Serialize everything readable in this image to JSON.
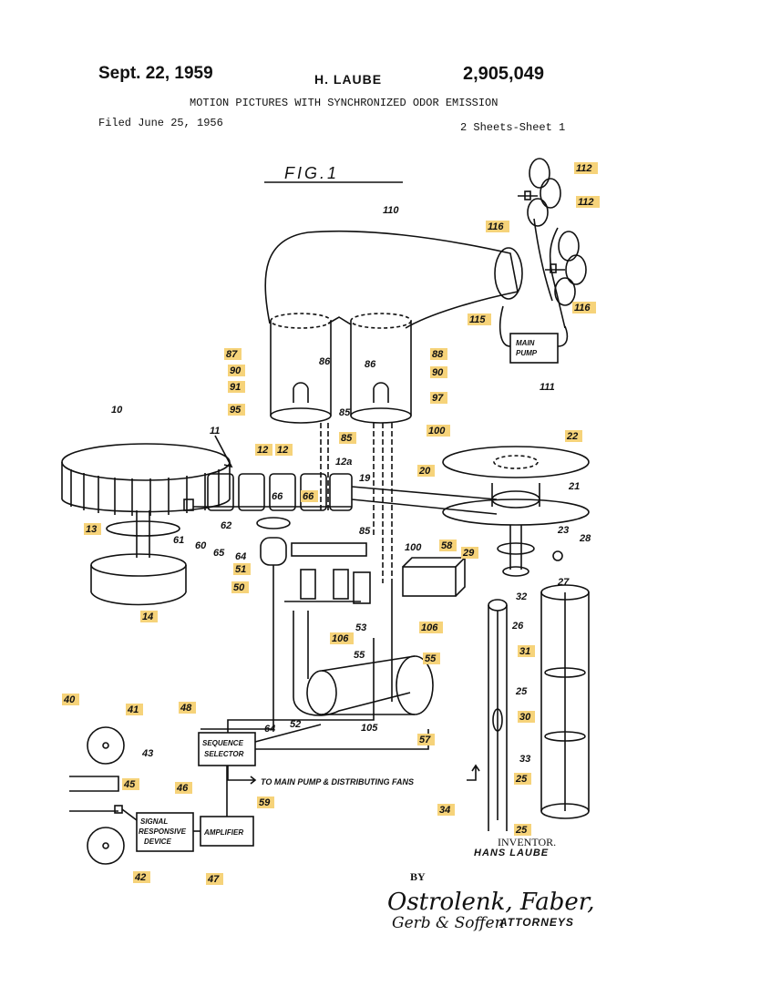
{
  "header": {
    "date": "Sept. 22, 1959",
    "inventor": "H. LAUBE",
    "patent_number": "2,905,049",
    "title": "MOTION PICTURES WITH SYNCHRONIZED ODOR EMISSION",
    "filed": "Filed June 25, 1956",
    "sheets": "2 Sheets-Sheet 1"
  },
  "figure": {
    "label": "FIG.1",
    "boxes": {
      "main_pump": "MAIN PUMP",
      "sequence_selector": "SEQUENCE SELECTOR",
      "signal_device": "SIGNAL RESPONSIVE DEVICE",
      "amplifier": "AMPLIFIER"
    },
    "note": "TO MAIN PUMP & DISTRIBUTING FANS",
    "labels": {
      "l110": "110",
      "l112a": "112",
      "l112b": "112",
      "l116a": "116",
      "l116b": "116",
      "l115": "115",
      "l111": "111",
      "l87": "87",
      "l86a": "86",
      "l86b": "86",
      "l88": "88",
      "l90a": "90",
      "l90b": "90",
      "l91": "91",
      "l95": "95",
      "l97": "97",
      "l85a": "85",
      "l85b": "85",
      "l100a": "100",
      "l10": "10",
      "l11": "11",
      "l12a": "12",
      "l12b": "12",
      "l12c": "12a",
      "l19": "19",
      "l20": "20",
      "l22": "22",
      "l21": "21",
      "l66a": "66",
      "l66b": "66",
      "l61": "61",
      "l60": "60",
      "l62": "62",
      "l65": "65",
      "l64": "64",
      "l51": "51",
      "l50": "50",
      "l85c": "85",
      "l13": "13",
      "l14": "14",
      "l23": "23",
      "l28": "28",
      "l29": "29",
      "l27": "27",
      "l32": "32",
      "l100b": "100",
      "l58": "58",
      "l106a": "106",
      "l106b": "106",
      "l53": "53",
      "l55a": "55",
      "l55b": "55",
      "l26": "26",
      "l31": "31",
      "l25a": "25",
      "l30": "30",
      "l105": "105",
      "l52": "52",
      "l64b": "64",
      "l57": "57",
      "l48": "48",
      "l40": "40",
      "l41": "41",
      "l43": "43",
      "l45": "45",
      "l46": "46",
      "l33": "33",
      "l25b": "25",
      "l59": "59",
      "l34": "34",
      "l25c": "25",
      "l42": "42",
      "l47": "47"
    }
  },
  "footer": {
    "inventor_heading": "INVENTOR.",
    "inventor_name": "HANS LAUBE",
    "by": "BY",
    "signature_line1": "Ostrolenk, Faber,",
    "signature_line2": "Gerb & Soffen",
    "attorneys": "ATTORNEYS"
  },
  "colors": {
    "ink": "#111111",
    "highlight": "#f6d37a",
    "paper": "#ffffff"
  }
}
